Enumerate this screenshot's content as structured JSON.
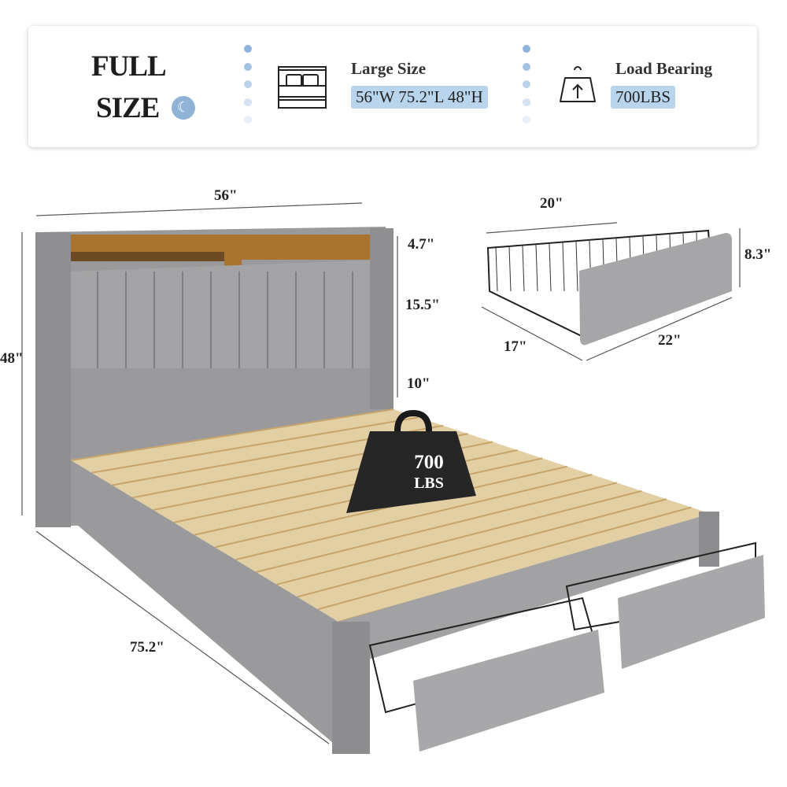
{
  "header": {
    "size_line1": "FULL",
    "size_line2": "SIZE",
    "feature1": {
      "title": "Large Size",
      "value": "56\"W 75.2\"L 48\"H",
      "icon": "bed-icon"
    },
    "feature2": {
      "title": "Load Bearing",
      "value": "700LBS",
      "icon": "weight-icon"
    },
    "accent": "#b9d5ee"
  },
  "dimensions": {
    "bed_width": "56\"",
    "bed_height": "48\"",
    "bed_length": "75.2\"",
    "shelf_height": "4.7\"",
    "headboard_panel": "15.5\"",
    "clearance": "10\"",
    "drawer_width": "20\"",
    "drawer_height": "8.3\"",
    "drawer_depth": "17\"",
    "drawer_length": "22\""
  },
  "weight": {
    "value": "700",
    "unit": "LBS"
  }
}
